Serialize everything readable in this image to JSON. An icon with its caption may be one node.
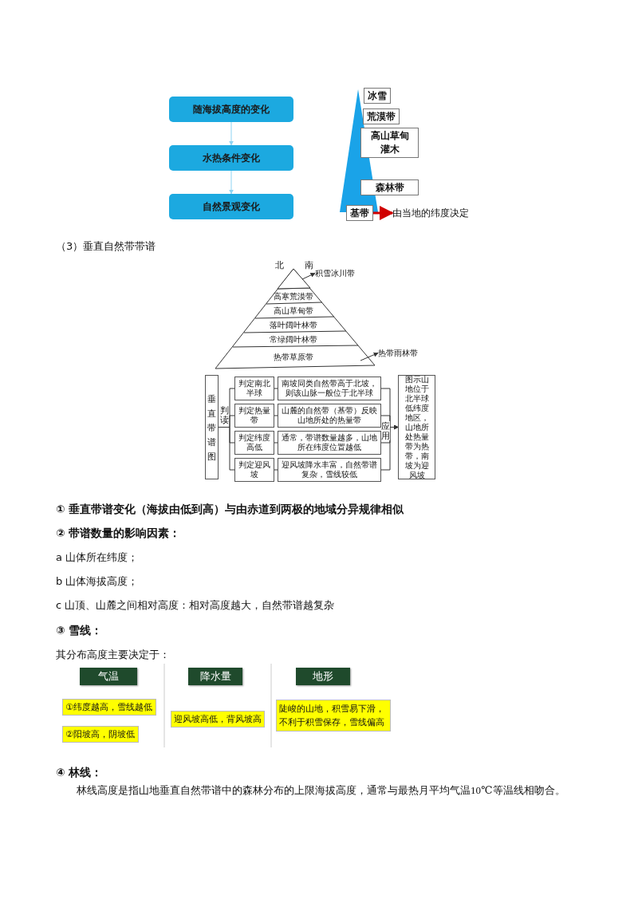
{
  "diagram": {
    "nodes": [
      {
        "text": [
          "随海拔高度的变化"
        ]
      },
      {
        "text": [
          "水热条件变化"
        ]
      },
      {
        "text": [
          "自然景观变化"
        ]
      },
      {
        "text": [
          "冰雪"
        ]
      },
      {
        "text": [
          "荒漠带"
        ]
      },
      {
        "text": [
          "高山草甸灌木"
        ]
      },
      {
        "text": [
          "森林带"
        ]
      },
      {
        "text": [
          "基带"
        ]
      },
      {
        "text": [
          "由当地的纬度决定"
        ]
      },
      {
        "text": [
          "积雪冰川带"
        ]
      },
      {
        "text": [
          "高寒荒漠带"
        ]
      },
      {
        "text": [
          "高山草甸带"
        ]
      },
      {
        "text": [
          "落叶阔叶林带"
        ]
      },
      {
        "text": [
          "常绿阔叶林带"
        ]
      },
      {
        "text": [
          "热带草原带"
        ]
      },
      {
        "text": [
          "热带雨林带"
        ]
      },
      {
        "text": [
          "垂直带谱图"
        ]
      },
      {
        "text": [
          "判定南北半球"
        ]
      },
      {
        "text": [
          "判定热量带"
        ]
      },
      {
        "text": [
          "判定纬度高低"
        ]
      },
      {
        "text": [
          "判定迎风坡"
        ]
      },
      {
        "text": [
          "南坡同类自然带高于北坡，则该山脉一般位于北半球"
        ]
      },
      {
        "text": [
          "山麓的自然带（基带）反映山地所处的热量带"
        ]
      },
      {
        "text": [
          "通常，带谱数量越多，山地所在纬度位置越低"
        ]
      },
      {
        "text": [
          "迎风坡降水丰富，自然带谱复杂，雪线较低"
        ]
      },
      {
        "text": [
          "图示山地位于北半球低纬度地区，山地所处热量带为热带，南坡为迎风坡"
        ]
      },
      {
        "text": [
          "气温"
        ]
      },
      {
        "text": [
          "降水量"
        ]
      },
      {
        "text": [
          "地形"
        ]
      },
      {
        "text": [
          "①纬度越高，雪线越低"
        ]
      },
      {
        "text": [
          "②阳坡高，阴坡低"
        ]
      },
      {
        "text": [
          "迎风坡高低，背风坡高"
        ]
      },
      {
        "text": [
          "陡峻的山地，积雪易下滑，不利于积雪保存，雪线偏高"
        ]
      },
      {
        "text": [],
        "shape": "band"
      }
    ],
    "edges": [
      {
        "from": 0,
        "to": 1,
        "arrow": "to",
        "color": "#8dd3f2"
      },
      {
        "from": 1,
        "to": 2,
        "arrow": "to",
        "color": "#8dd3f2"
      },
      {
        "from": 7,
        "to": 8,
        "arrow": "to",
        "style": "thick",
        "color": "#d00000"
      },
      {
        "from": 33,
        "to": 9,
        "arrow": "to"
      },
      {
        "from": null,
        "to": 15,
        "arrow": "to"
      },
      {
        "from": 16,
        "to": 17,
        "arrow": "none",
        "label": "判读"
      },
      {
        "from": 16,
        "to": 18,
        "arrow": "none"
      },
      {
        "from": 16,
        "to": 19,
        "arrow": "none"
      },
      {
        "from": 16,
        "to": 20,
        "arrow": "none"
      },
      {
        "from": 17,
        "to": 21,
        "arrow": "none"
      },
      {
        "from": 18,
        "to": 22,
        "arrow": "none"
      },
      {
        "from": 19,
        "to": 23,
        "arrow": "none"
      },
      {
        "from": 20,
        "to": 24,
        "arrow": "none"
      },
      {
        "from": 21,
        "to": 25,
        "arrow": "to",
        "label": "应用"
      },
      {
        "from": 22,
        "to": 25,
        "arrow": "to"
      },
      {
        "from": 23,
        "to": 25,
        "arrow": "to"
      },
      {
        "from": 24,
        "to": 25,
        "arrow": "to"
      }
    ],
    "labels": [
      "（3）垂直自然带带谱",
      "北",
      "南",
      "① 垂直带谱变化（海拔由低到高）与由赤道到两极的地域分异规律相似",
      "② 带谱数量的影响因素：",
      "a 山体所在纬度；",
      "b 山体海拔高度；",
      "c 山顶、山麓之间相对高度：相对高度越大，自然带谱越复杂",
      "③ 雪线：",
      "其分布高度主要决定于：",
      "④ 林线：",
      "林线高度是指山地垂直自然带谱中的森林分布的上限海拔高度，通常与最热月平均气温10℃等温线相吻合。"
    ]
  }
}
